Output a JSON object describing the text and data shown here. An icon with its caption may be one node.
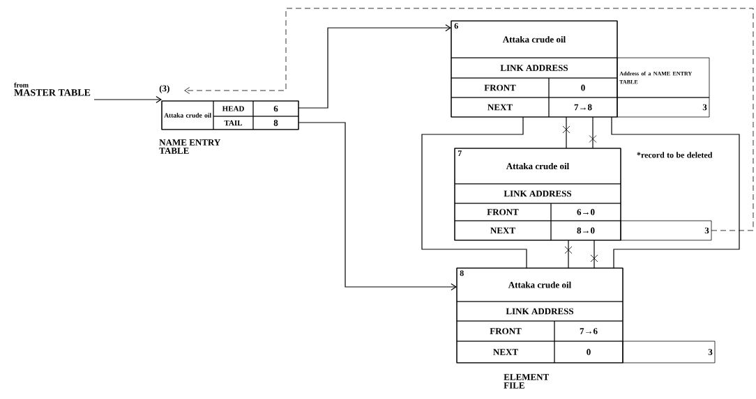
{
  "diagram": {
    "nodes": [
      {
        "text": [
          "Attaka crude oil",
          "HEAD",
          "6",
          "TAIL",
          "8"
        ],
        "beside": [
          "(3)",
          "NAME ENTRY TABLE"
        ]
      },
      {
        "text": [
          "6",
          "Attaka crude oil",
          "LINK ADDRESS",
          "FRONT",
          "0",
          "NEXT",
          "7→8",
          "Address of a NAME ENTRY TABLE",
          "3"
        ]
      },
      {
        "text": [
          "7",
          "Attaka crude oil",
          "LINK ADDRESS",
          "FRONT",
          "6→0",
          "NEXT",
          "8→0",
          "3",
          "*record to be deleted"
        ]
      },
      {
        "text": [
          "8",
          "Attaka crude oil",
          "LINK ADDRESS",
          "FRONT",
          "7→6",
          "NEXT",
          "0",
          "3"
        ],
        "beside": [
          "ELEMENT FILE"
        ]
      },
      {
        "text": [
          "from",
          "MASTER TABLE"
        ]
      }
    ],
    "edges": [
      {
        "from": 4,
        "to": 0,
        "arrow": "to"
      },
      {
        "from": 0,
        "to": 1,
        "arrow": "to"
      },
      {
        "from": 0,
        "to": 3,
        "arrow": "to"
      },
      {
        "from": 1,
        "to": 2,
        "arrow": "none"
      },
      {
        "from": 1,
        "to": 2,
        "arrow": "none"
      },
      {
        "from": 2,
        "to": 3,
        "arrow": "none"
      },
      {
        "from": 2,
        "to": 3,
        "arrow": "none"
      },
      {
        "from": 1,
        "to": 3,
        "arrow": "none"
      },
      {
        "from": 1,
        "to": 3,
        "arrow": "none"
      },
      {
        "from": 2,
        "to": 0,
        "arrow": "to",
        "style": "dashed"
      }
    ]
  }
}
